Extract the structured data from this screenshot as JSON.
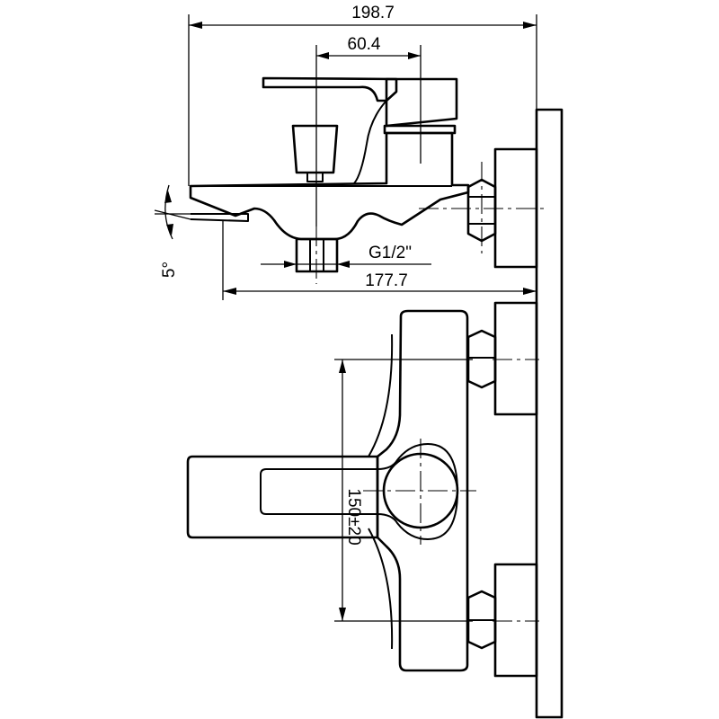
{
  "dimensions": {
    "overall_width": "198.7",
    "lever_offset": "60.4",
    "spout_length": "177.7",
    "connection_thread": "G1/2\"",
    "spout_angle": "5°",
    "center_distance": "150±20"
  }
}
